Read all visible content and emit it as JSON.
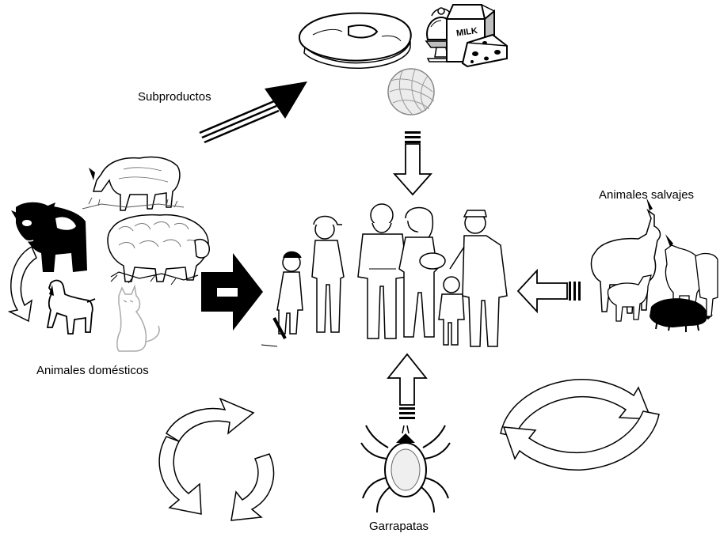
{
  "labels": {
    "subproductos": "Subproductos",
    "animales_salvajes": "Animales salvajes",
    "animales_domesticos": "Animales domésticos",
    "garrapatas": "Garrapatas"
  },
  "product_icons": {
    "milk_carton_text": "MILK"
  },
  "colors": {
    "ink": "#000000",
    "paper": "#ffffff",
    "shade": "#bfbfbf"
  }
}
